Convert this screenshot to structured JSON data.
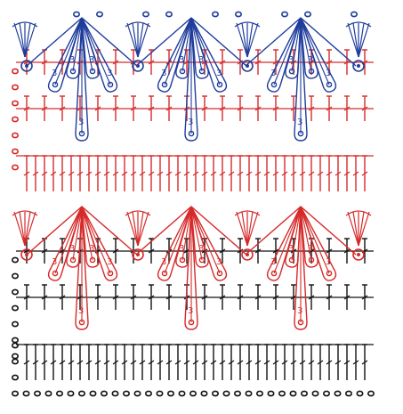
{
  "colors": {
    "background": "#ffffff",
    "black": "#111111",
    "red": "#d62a2a",
    "blue": "#1f3d9c"
  },
  "diagram": {
    "type": "crochet stitch chart",
    "petal_label": "3",
    "sections": [
      {
        "name": "black section",
        "color_key": "black",
        "petal_color_key": "red",
        "shells": 3
      },
      {
        "name": "red section",
        "color_key": "red",
        "petal_color_key": "blue",
        "shells": 3
      }
    ],
    "shells_per_row": 3,
    "petals_per_shell": 5,
    "chain_rows_visible": 3,
    "stitch_symbols": [
      "chain-stitch-oval",
      "double-crochet-post",
      "slip-stitch-dot",
      "petal-cluster"
    ]
  }
}
